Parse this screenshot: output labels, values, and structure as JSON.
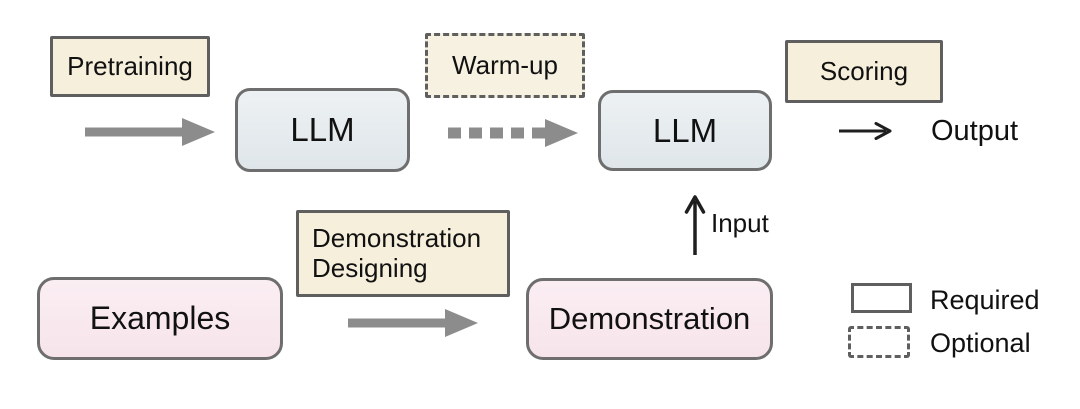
{
  "diagram": {
    "nodes": {
      "pretraining": {
        "label": "Pretraining",
        "fill": "#f6efdc",
        "border": "solid"
      },
      "llm_1": {
        "label": "LLM",
        "fill": "#e3e9ed",
        "border": "solid"
      },
      "warmup": {
        "label": "Warm-up",
        "fill": "#f7f1e2",
        "border": "dashed"
      },
      "llm_2": {
        "label": "LLM",
        "fill": "#e3e9ed",
        "border": "solid"
      },
      "scoring": {
        "label": "Scoring",
        "fill": "#f6efdc",
        "border": "solid"
      },
      "examples": {
        "label": "Examples",
        "fill": "#f9e7ec",
        "border": "solid"
      },
      "demonstration_designing": {
        "line1": "Demonstration",
        "line2": "Designing",
        "fill": "#f6efdc",
        "border": "solid"
      },
      "demonstration": {
        "label": "Demonstration",
        "fill": "#f9e7ec",
        "border": "solid"
      }
    },
    "labels": {
      "output": "Output",
      "input": "Input"
    },
    "legend": {
      "required": "Required",
      "optional": "Optional"
    },
    "colors": {
      "background": "#ffffff",
      "text": "#111111",
      "box_border_gray": "#5f5f5f",
      "rounded_box_border_gray": "#6e6e6e",
      "arrow_gray": "#8c8c8c",
      "arrow_black": "#1f1f1f",
      "cream_fill": "#f6efdc",
      "llm_blue_fill": "#e3e9ed",
      "data_pink_fill": "#f9e7ec"
    }
  }
}
